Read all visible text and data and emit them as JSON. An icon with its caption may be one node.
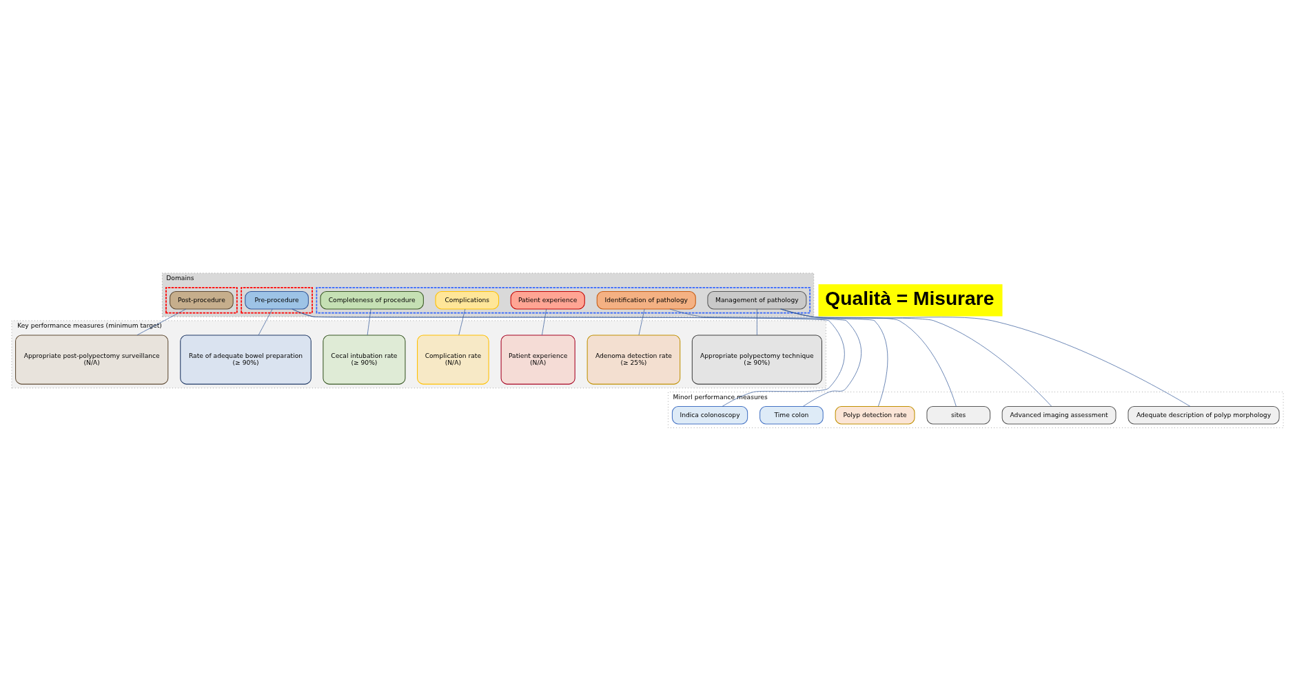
{
  "diagram": {
    "nodes": [
      {
        "text": [
          "Domains"
        ]
      },
      {
        "text": [],
        "shape": "box",
        "in": 0
      },
      {
        "text": [
          "Pre-procedure"
        ],
        "in": 1
      },
      {
        "text": [],
        "shape": "box",
        "in": 0
      },
      {
        "text": [
          "Completeness of procedure"
        ],
        "in": 3
      },
      {
        "text": [
          "Identification of pathology"
        ],
        "in": 3
      },
      {
        "text": [
          "Management of pathology"
        ],
        "in": 3
      },
      {
        "text": [
          "Complications"
        ],
        "in": 3
      },
      {
        "text": [
          "Patient experience"
        ],
        "in": 3
      },
      {
        "text": [],
        "shape": "box",
        "in": 0
      },
      {
        "text": [
          "Post-procedure"
        ],
        "in": 9
      },
      {
        "text": [
          "Key performance measures (minimum target)"
        ]
      },
      {
        "text": [
          "Rate of adequate bowel preparation",
          "(≥ 90%)"
        ],
        "in": 11
      },
      {
        "text": [
          "Cecal intubation rate",
          "(≥ 90%)"
        ],
        "in": 11
      },
      {
        "text": [
          "Adenoma detection rate",
          "(≥ 25%)"
        ],
        "in": 11
      },
      {
        "text": [
          "Appropriate polypectomy technique",
          "(≥ 90%)"
        ],
        "in": 11
      },
      {
        "text": [
          "Complication rate",
          "(N/A)"
        ],
        "in": 11
      },
      {
        "text": [
          "Patient experience",
          "(N/A)"
        ],
        "in": 11
      },
      {
        "text": [
          "Appropriate post-polypectomy surveillance",
          "(N/A)"
        ],
        "in": 11
      },
      {
        "text": [
          "Minorl performance measures"
        ]
      },
      {
        "text": [
          "Time colon"
        ],
        "in": 19
      },
      {
        "text": [
          "Indica colonoscopy"
        ],
        "in": 19
      },
      {
        "text": [
          "Polyp detection rate"
        ],
        "in": 19
      },
      {
        "text": [
          "sites"
        ],
        "in": 19
      },
      {
        "text": [
          "Advanced imaging assessment"
        ],
        "in": 19
      },
      {
        "text": [
          "Adequate description of polyp morphology"
        ],
        "in": 19
      }
    ],
    "edges": [
      {
        "from": 2,
        "to": 12,
        "arrow": "none"
      },
      {
        "from": 2,
        "to": 20,
        "arrow": "none"
      },
      {
        "from": 2,
        "to": 21,
        "arrow": "none"
      },
      {
        "from": 4,
        "to": 13,
        "arrow": "none"
      },
      {
        "from": 5,
        "to": 14,
        "arrow": "none"
      },
      {
        "from": 5,
        "to": 22,
        "arrow": "none"
      },
      {
        "from": 6,
        "to": 15,
        "arrow": "none"
      },
      {
        "from": 6,
        "to": 23,
        "arrow": "none"
      },
      {
        "from": 6,
        "to": 24,
        "arrow": "none"
      },
      {
        "from": 6,
        "to": 25,
        "arrow": "none"
      },
      {
        "from": 7,
        "to": 16,
        "arrow": "none"
      },
      {
        "from": 8,
        "to": 17,
        "arrow": "none"
      },
      {
        "from": 10,
        "to": 18,
        "arrow": "none"
      }
    ],
    "labels": [
      "Qualità = Misurare"
    ]
  }
}
